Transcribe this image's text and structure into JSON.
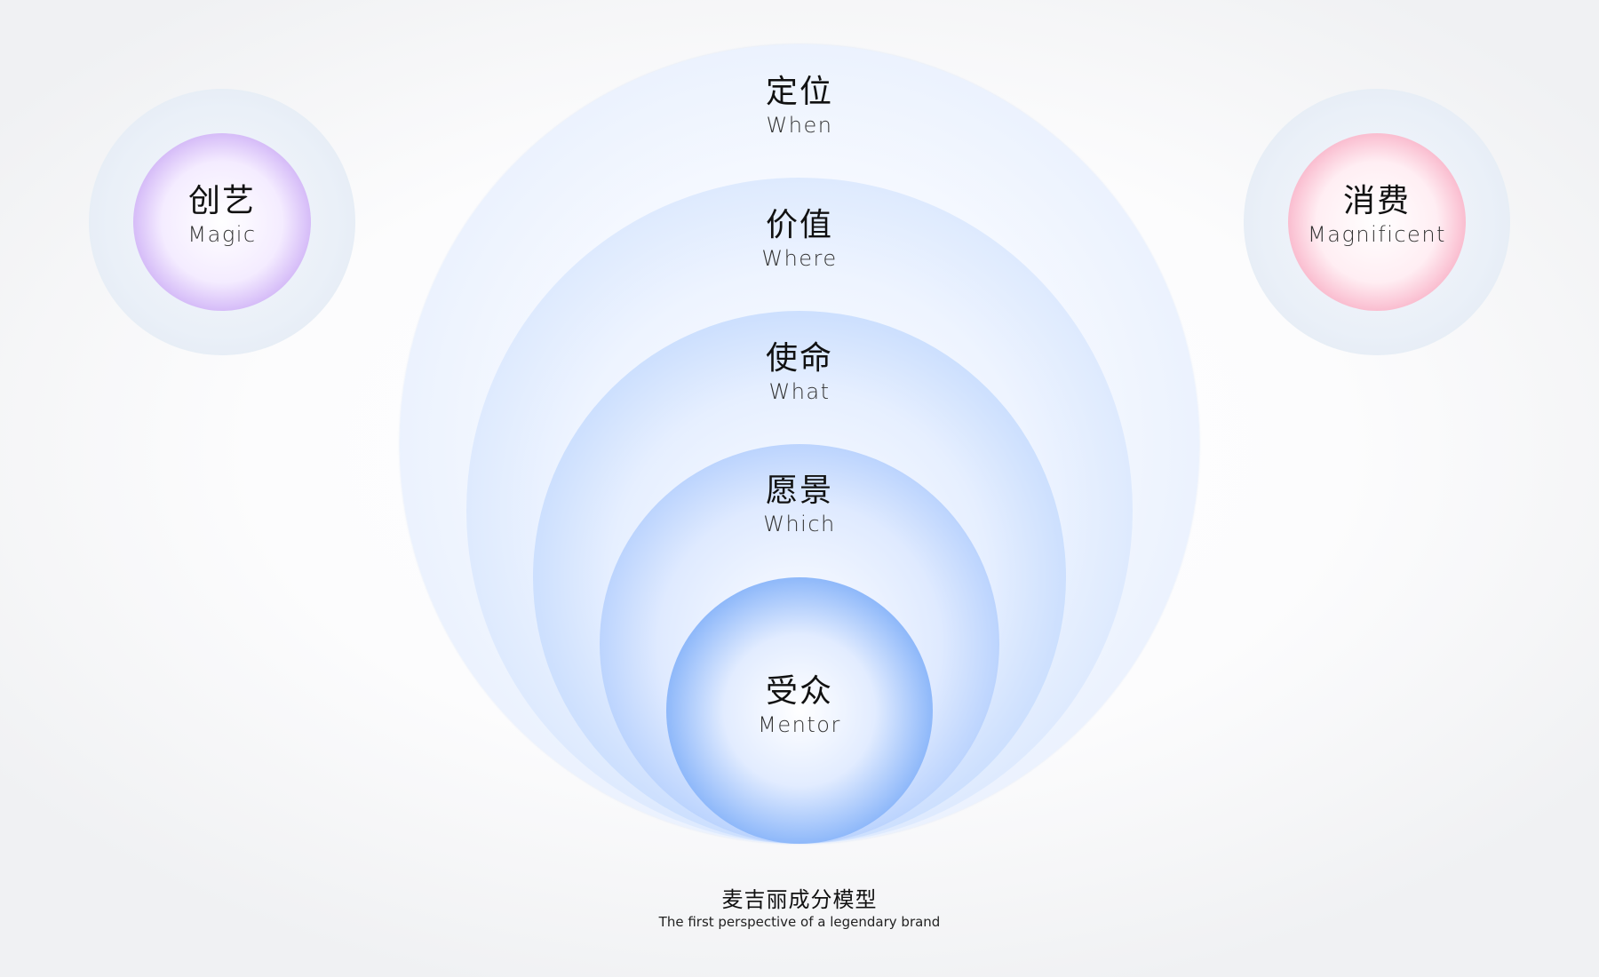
{
  "layers": [
    {
      "zh": "定位",
      "en": "When"
    },
    {
      "zh": "价值",
      "en": "Where"
    },
    {
      "zh": "使命",
      "en": "What"
    },
    {
      "zh": "愿景",
      "en": "Which"
    },
    {
      "zh": "受众",
      "en": "Mentor"
    }
  ],
  "side_left": {
    "zh": "创艺",
    "en": "Magic"
  },
  "side_right": {
    "zh": "消费",
    "en": "Magnificent"
  },
  "caption": {
    "zh": "麦吉丽成分模型",
    "en": "The first perspective of a legendary brand"
  },
  "colors": {
    "blue": "#4a8cf5",
    "purple": "#a77aea",
    "pink": "#ee7aa0"
  }
}
